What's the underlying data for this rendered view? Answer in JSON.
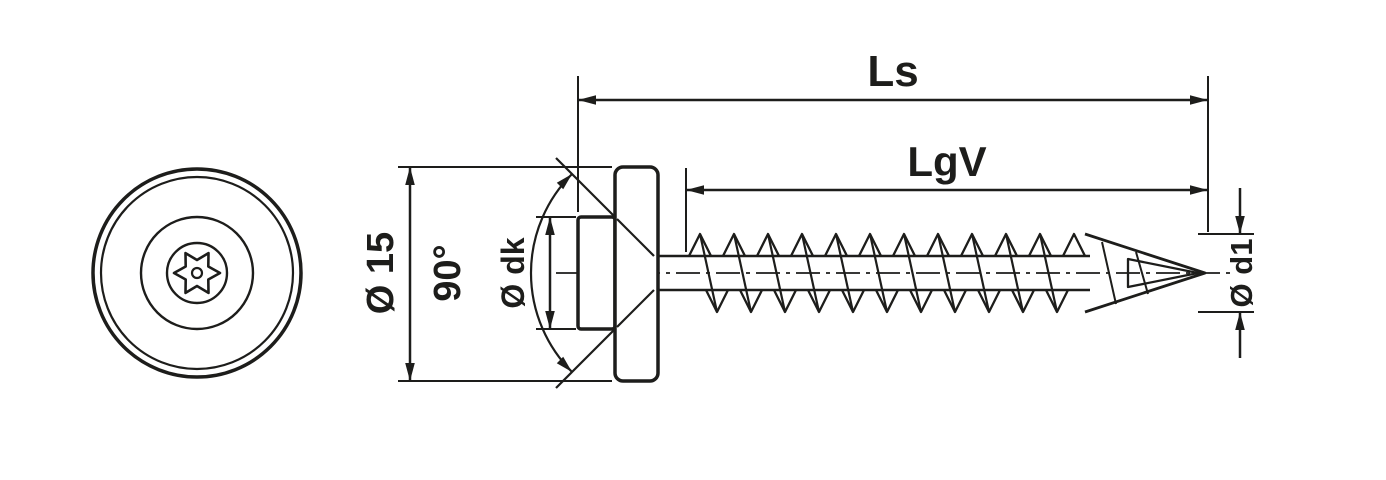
{
  "drawing": {
    "type": "technical-dimension-drawing",
    "subject": "countersunk screw with sealing washer, front and side view"
  },
  "labels": {
    "total_length": "Ls",
    "thread_length": "LgV",
    "washer_diameter": "Ø 15",
    "head_angle": "90°",
    "head_diameter": "Ø dk",
    "thread_diameter": "Ø d1"
  },
  "colors": {
    "line": "#1d1d1b",
    "background": "#ffffff"
  }
}
